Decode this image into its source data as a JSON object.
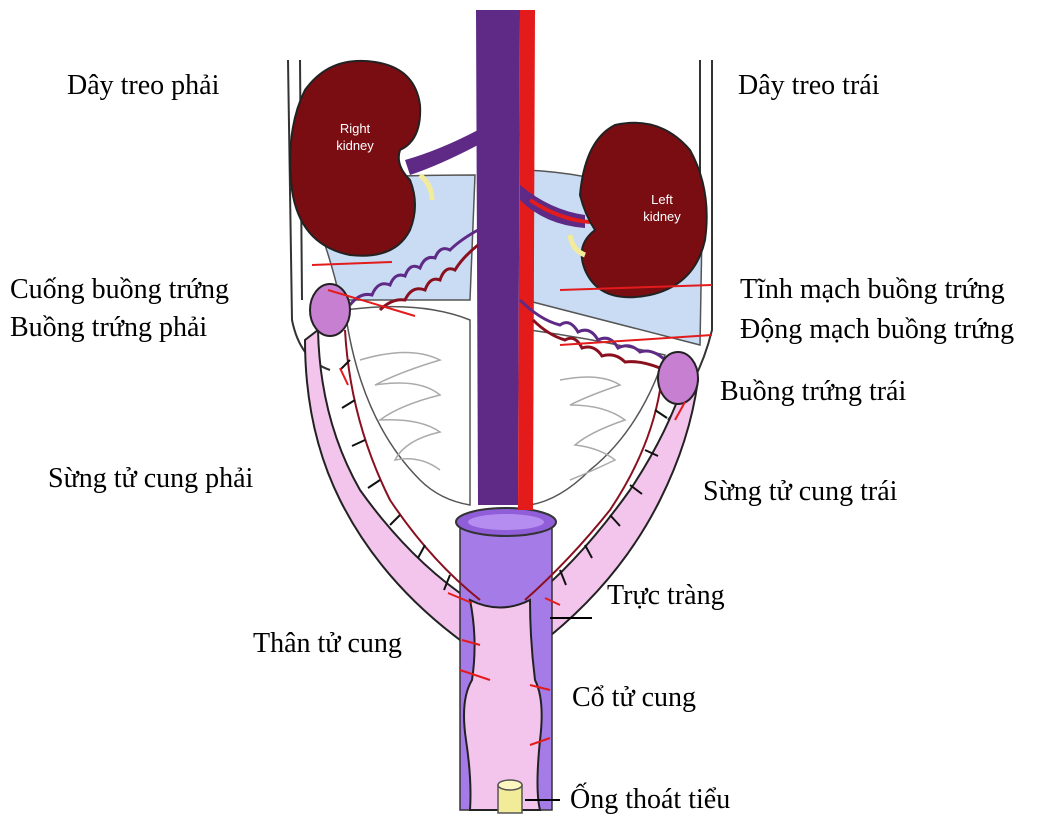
{
  "labels": {
    "suspensory_right": "Dây treo phải",
    "suspensory_left": "Dây treo trái",
    "ovarian_pedicle": "Cuống buồng trứng",
    "right_ovary": "Buồng trứng phải",
    "ovarian_vein": "Tĩnh mạch buồng trứng",
    "ovarian_artery": "Động mạch buồng trứng",
    "left_ovary": "Buồng trứng trái",
    "right_horn": "Sừng tử cung phải",
    "left_horn": "Sừng tử cung trái",
    "rectum": "Trực tràng",
    "uterine_body": "Thân tử cung",
    "cervix": "Cổ tử cung",
    "urethra": "Ống thoát tiểu"
  },
  "kidneys": {
    "right_line1": "Right",
    "right_line2": "kidney",
    "left_line1": "Left",
    "left_line2": "kidney"
  },
  "colors": {
    "kidney": "#7a0d12",
    "vein": "#5e2a86",
    "artery": "#e31b1b",
    "uterus": "#f3c4ec",
    "rectum": "#a57be8",
    "peritoneum": "#c9dcf4",
    "ovary": "#c77fd2"
  }
}
